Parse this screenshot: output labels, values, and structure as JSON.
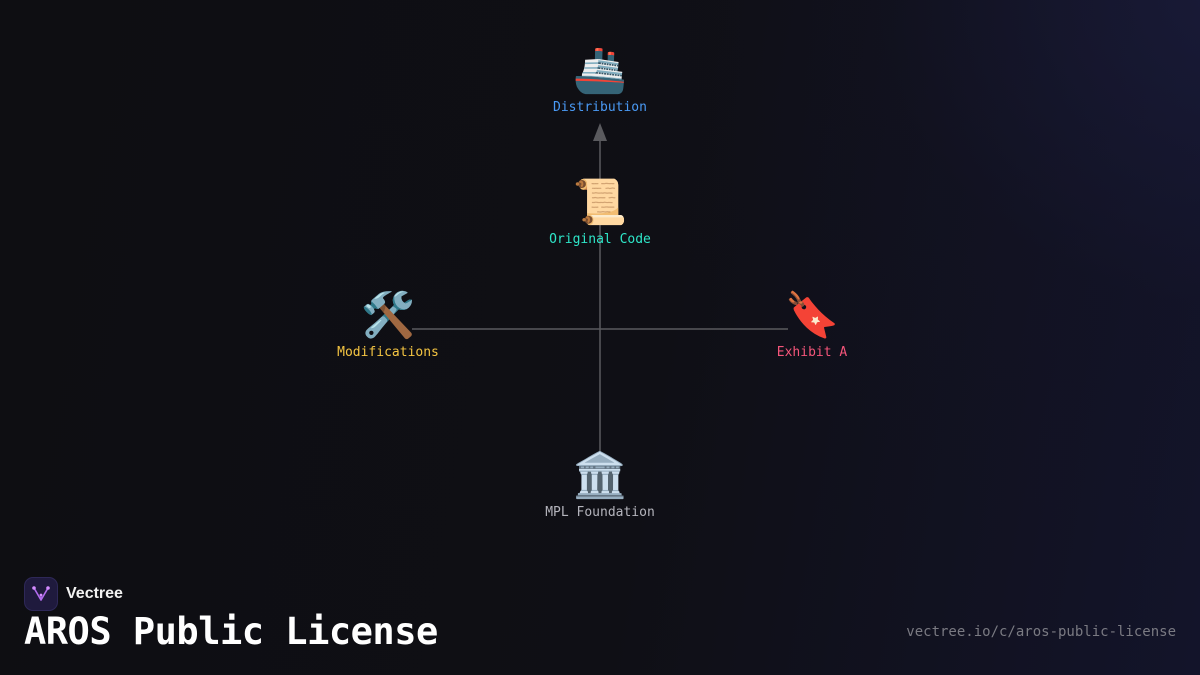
{
  "diagram": {
    "nodes": {
      "distribution": {
        "icon": "ship-icon",
        "emoji": "🚢",
        "label": "Distribution",
        "color": "#4a9af5"
      },
      "original_code": {
        "icon": "scroll-icon",
        "emoji": "📜",
        "label": "Original Code",
        "color": "#2ee6c8"
      },
      "modifications": {
        "icon": "hammer-wrench-icon",
        "emoji": "🛠️",
        "label": "Modifications",
        "color": "#f5c542"
      },
      "exhibit_a": {
        "icon": "bookmark-icon",
        "emoji": "🔖",
        "label": "Exhibit A",
        "color": "#f5557a"
      },
      "mpl_foundation": {
        "icon": "classical-building-icon",
        "emoji": "🏛️",
        "label": "MPL Foundation",
        "color": "#b4b4bc"
      }
    },
    "edges": [
      {
        "from": "mpl_foundation",
        "to": "distribution",
        "arrow": true
      },
      {
        "from": "modifications",
        "to": "exhibit_a",
        "arrow": false
      }
    ],
    "line_color": "#5a5a5e"
  },
  "footer": {
    "brand_name": "Vectree",
    "title": "AROS Public License",
    "url": "vectree.io/c/aros-public-license"
  }
}
